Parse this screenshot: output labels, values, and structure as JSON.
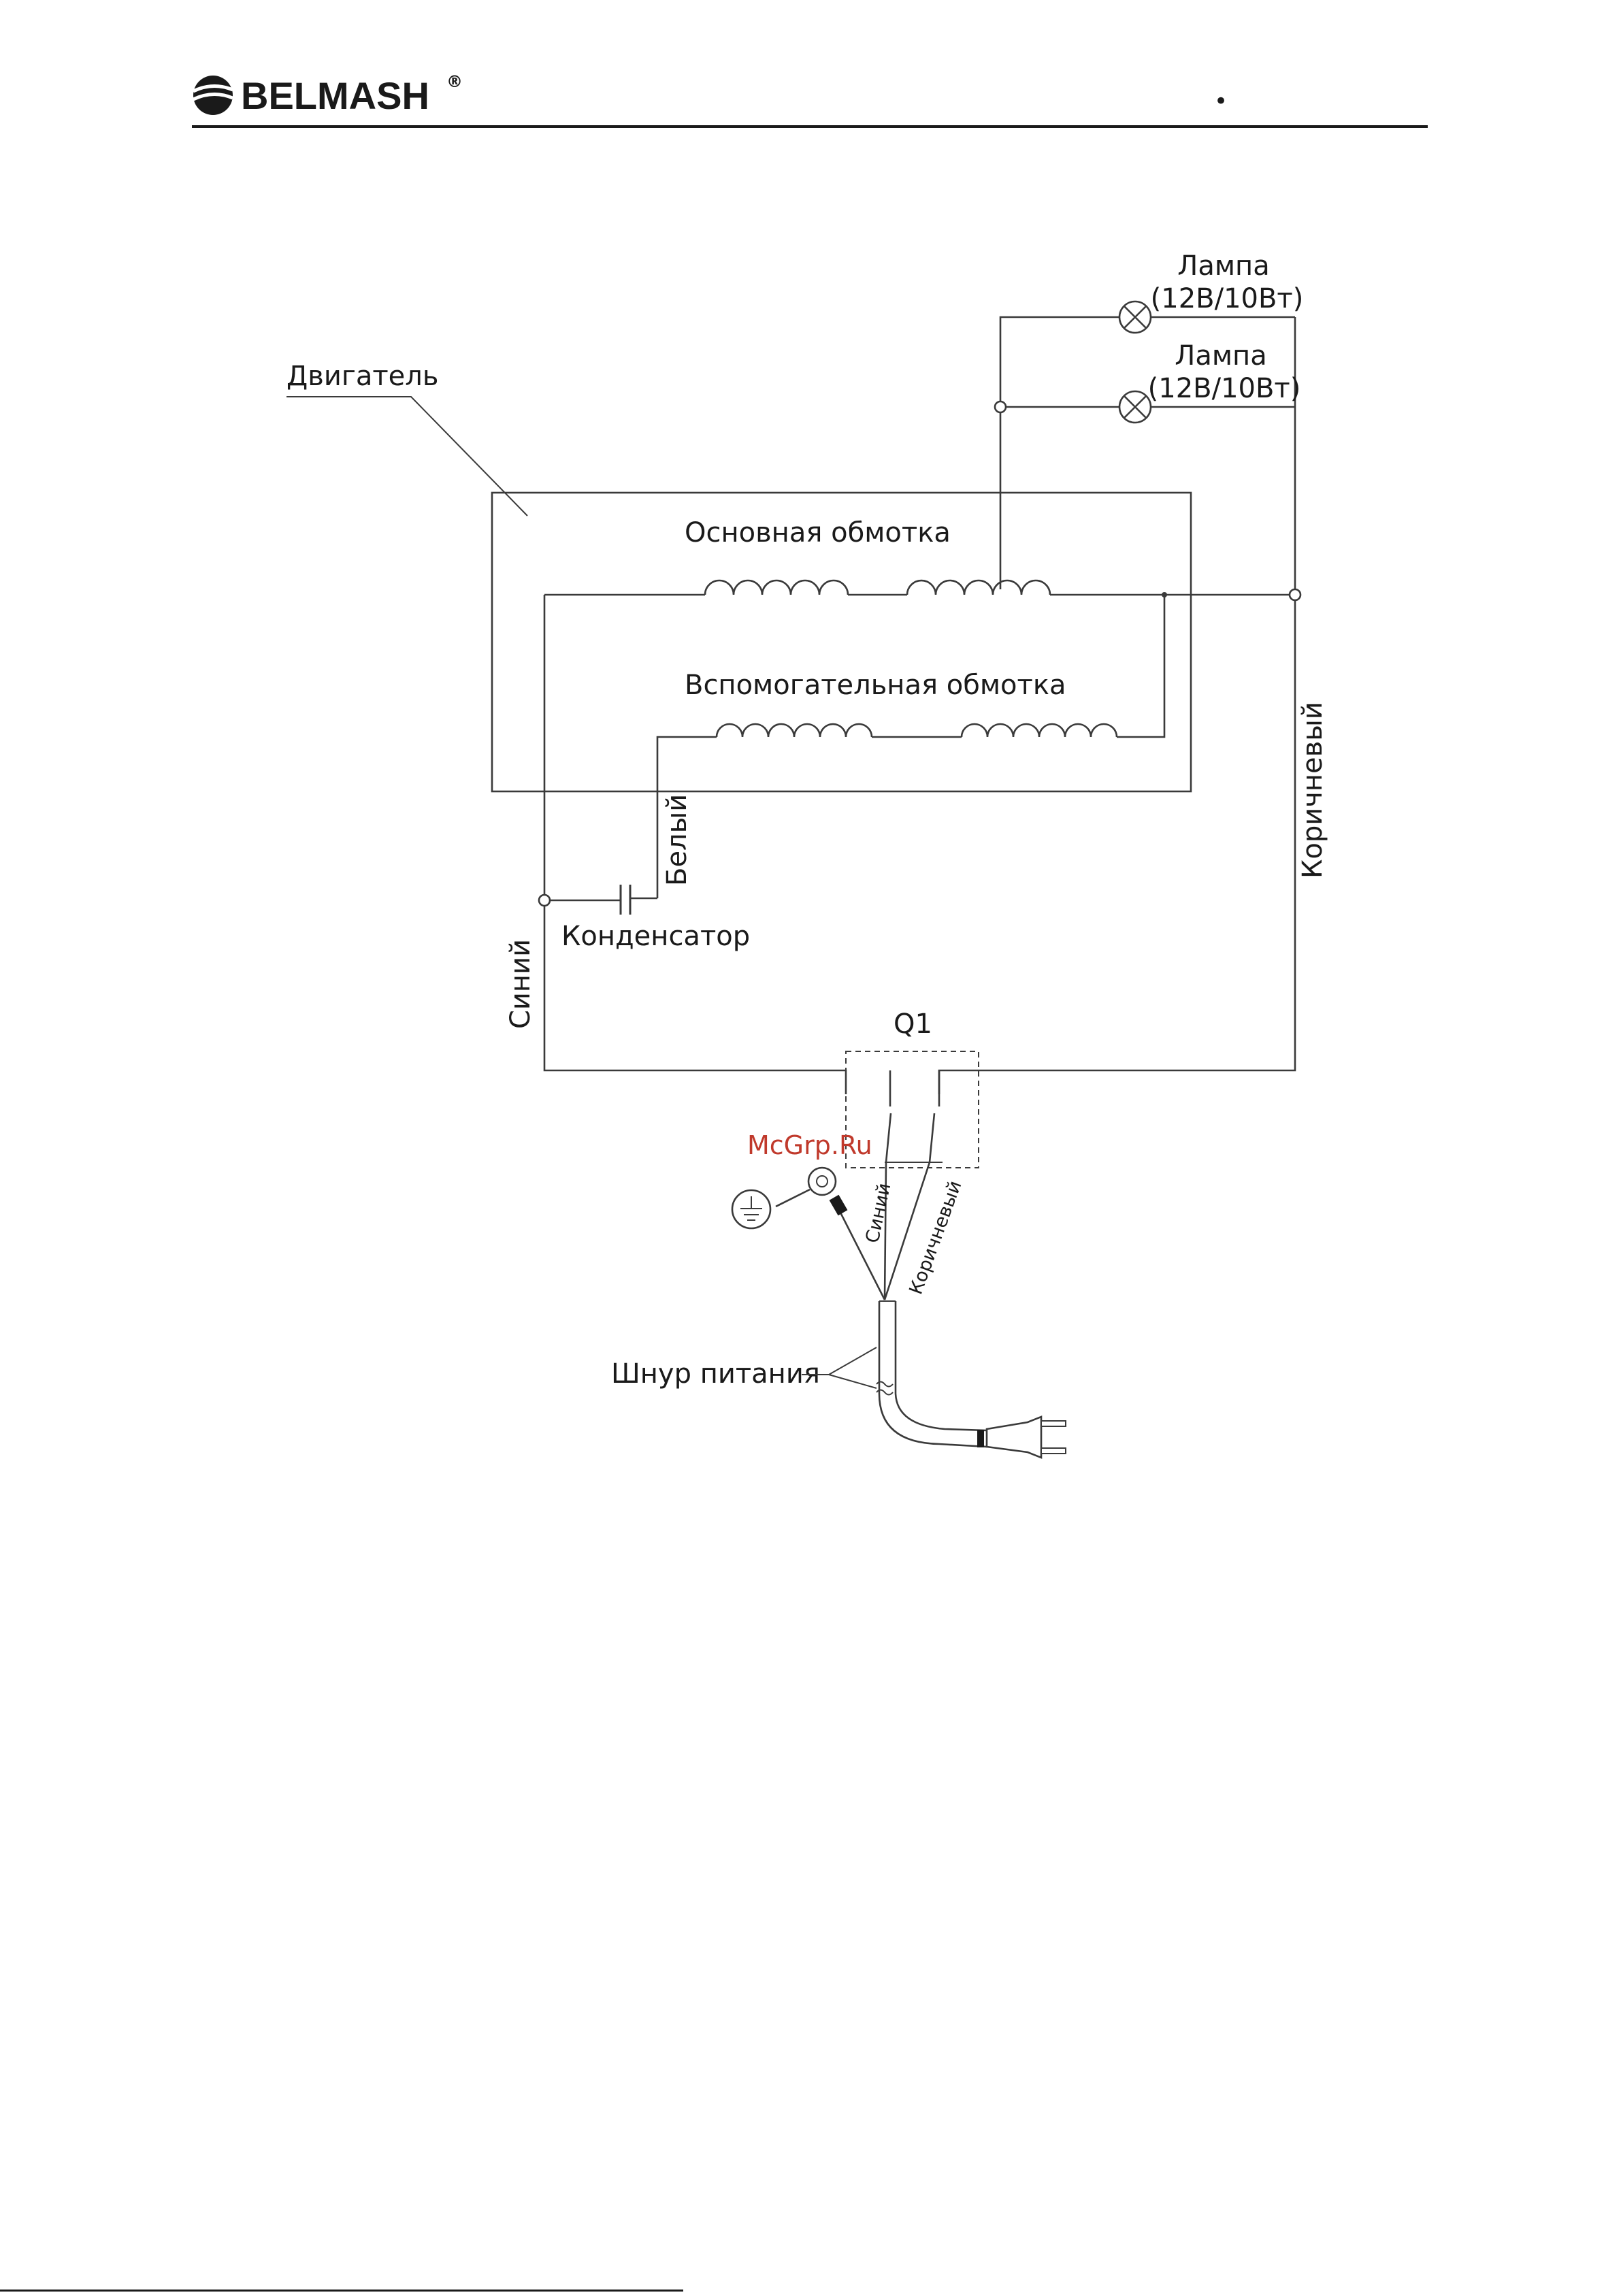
{
  "header": {
    "brand": "BELMASH",
    "registered_mark": "®",
    "bullet": "•"
  },
  "diagram": {
    "motor_label": "Двигатель",
    "main_winding_label": "Основная обмотка",
    "aux_winding_label": "Вспомогательная обмотка",
    "lamp1": {
      "name": "Лампа",
      "rating": "(12В/10Вт)"
    },
    "lamp2": {
      "name": "Лампа",
      "rating": "(12В/10Вт)"
    },
    "white_wire_label": "Белый",
    "capacitor_label": "Конденсатор",
    "blue_wire_label": "Синий",
    "brown_wire_label": "Коричневый",
    "switch_label": "Q1",
    "watermark": "McGrp.Ru",
    "cord_blue_label": "Синий",
    "cord_brown_label": "Коричневый",
    "power_cord_label": "Шнур питания",
    "watermark_color": "#c0392b"
  }
}
